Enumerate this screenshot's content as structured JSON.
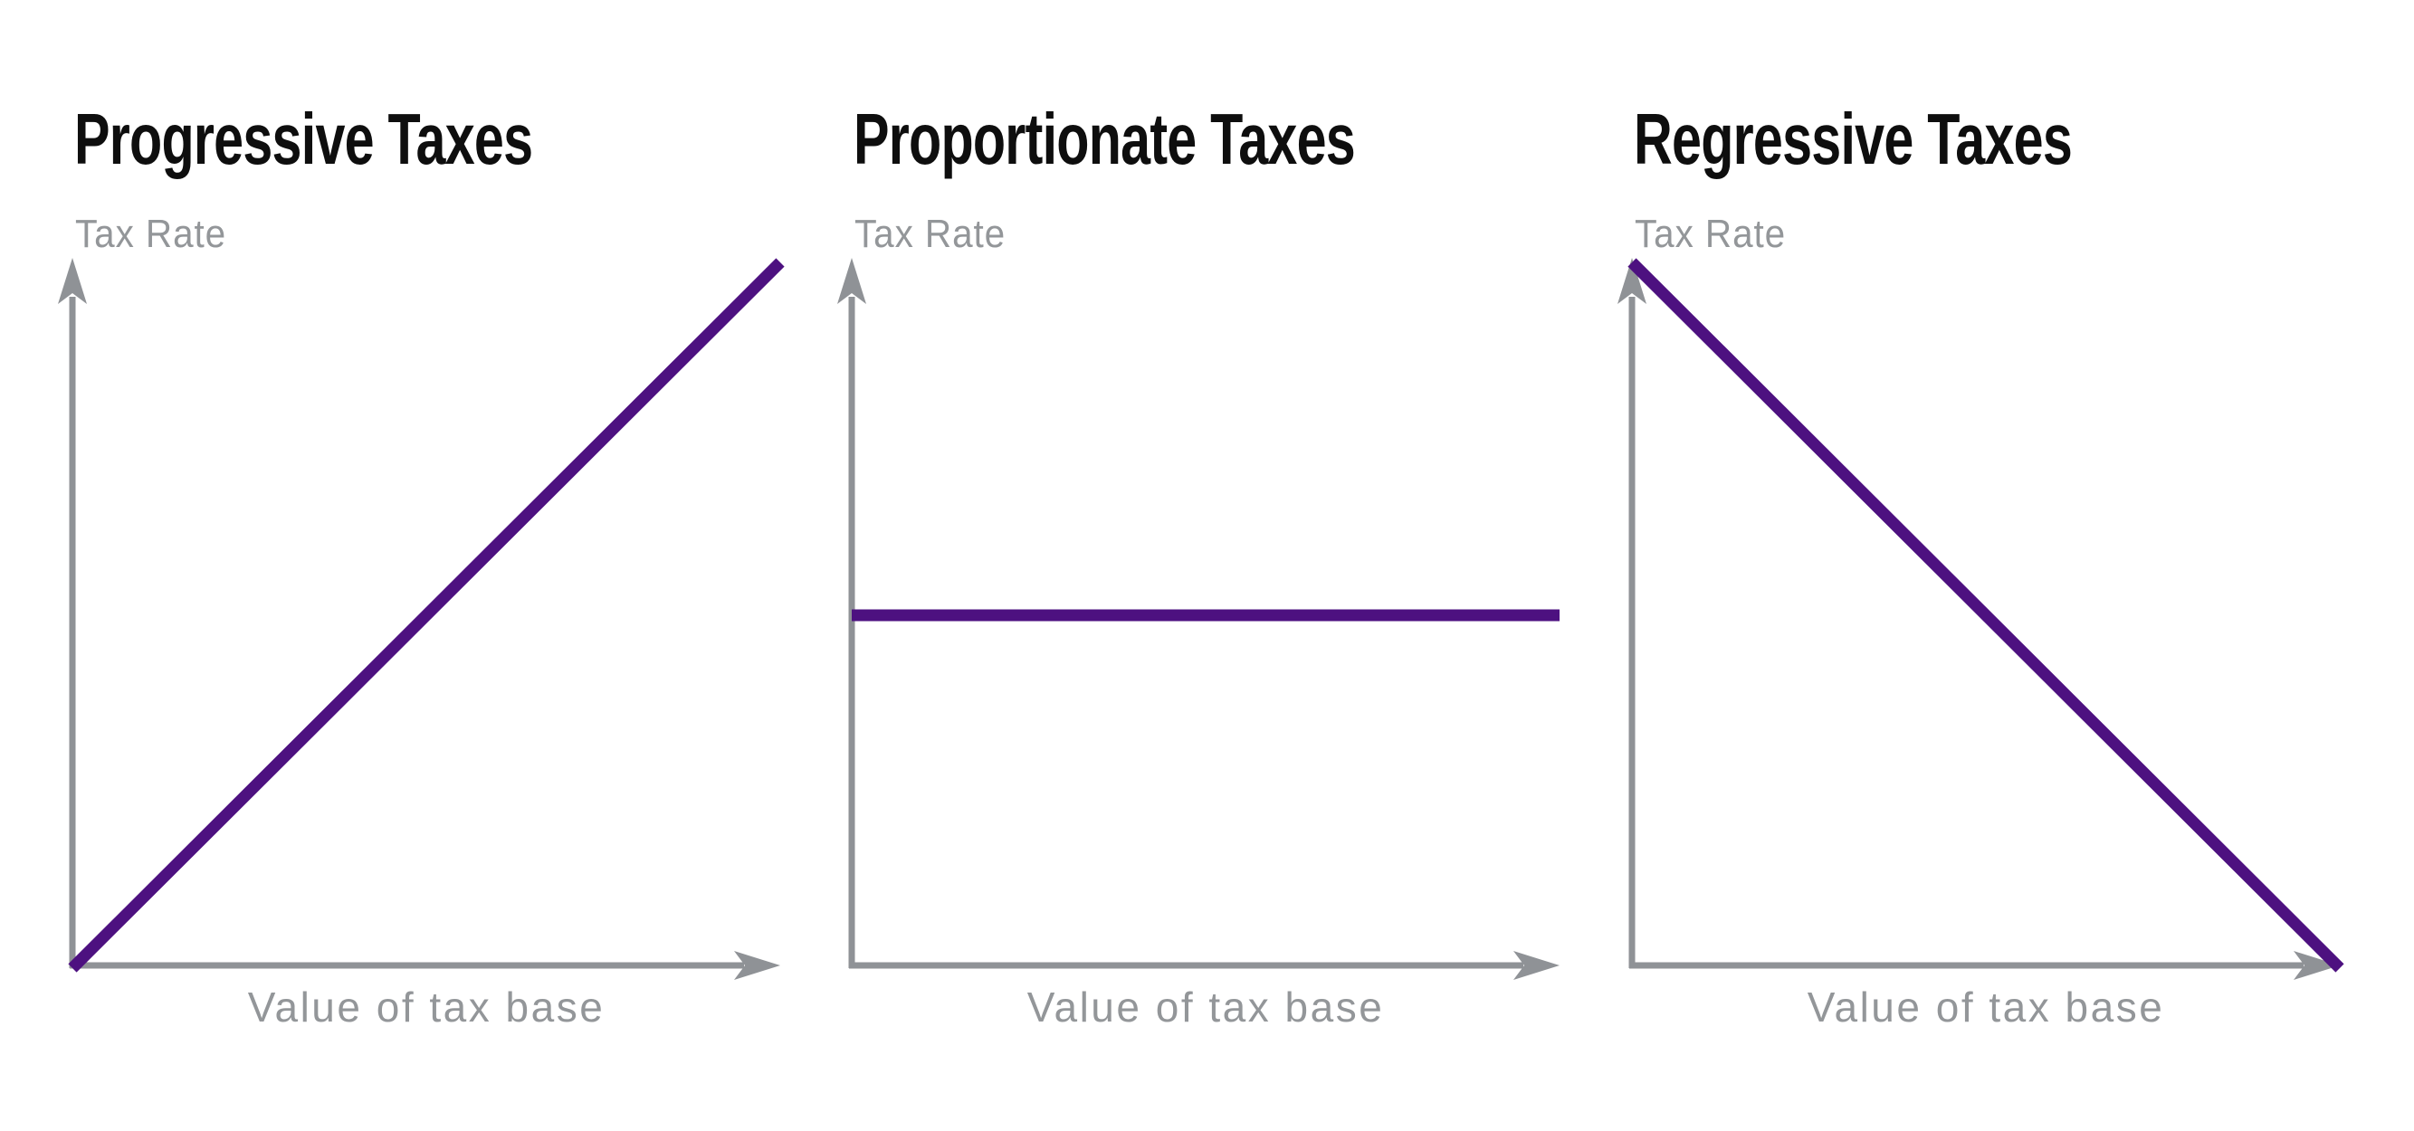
{
  "figure": {
    "background": "#ffffff",
    "description_visible_charts": 3
  },
  "colors": {
    "line": "#4D1180",
    "axis": "#8f9296",
    "label_text": "#939699",
    "title_text": "#0e0e0e"
  },
  "chart_data": [
    {
      "type": "line",
      "title": "Progressive Taxes",
      "xlabel": "Value of tax base",
      "ylabel": "Tax Rate",
      "x": [
        0,
        1
      ],
      "y": [
        0,
        1
      ],
      "trend": "increasing",
      "axis_ticks": "none",
      "legend": "none",
      "line_color": "#4D1180"
    },
    {
      "type": "line",
      "title": "Proportionate Taxes",
      "xlabel": "Value of tax base",
      "ylabel": "Tax Rate",
      "x": [
        0,
        1
      ],
      "y": [
        0.5,
        0.5
      ],
      "trend": "flat",
      "axis_ticks": "none",
      "legend": "none",
      "line_color": "#4D1180"
    },
    {
      "type": "line",
      "title": "Regressive Taxes",
      "xlabel": "Value of tax base",
      "ylabel": "Tax Rate",
      "x": [
        0,
        1
      ],
      "y": [
        1,
        0
      ],
      "trend": "decreasing",
      "axis_ticks": "none",
      "legend": "none",
      "line_color": "#4D1180"
    }
  ]
}
